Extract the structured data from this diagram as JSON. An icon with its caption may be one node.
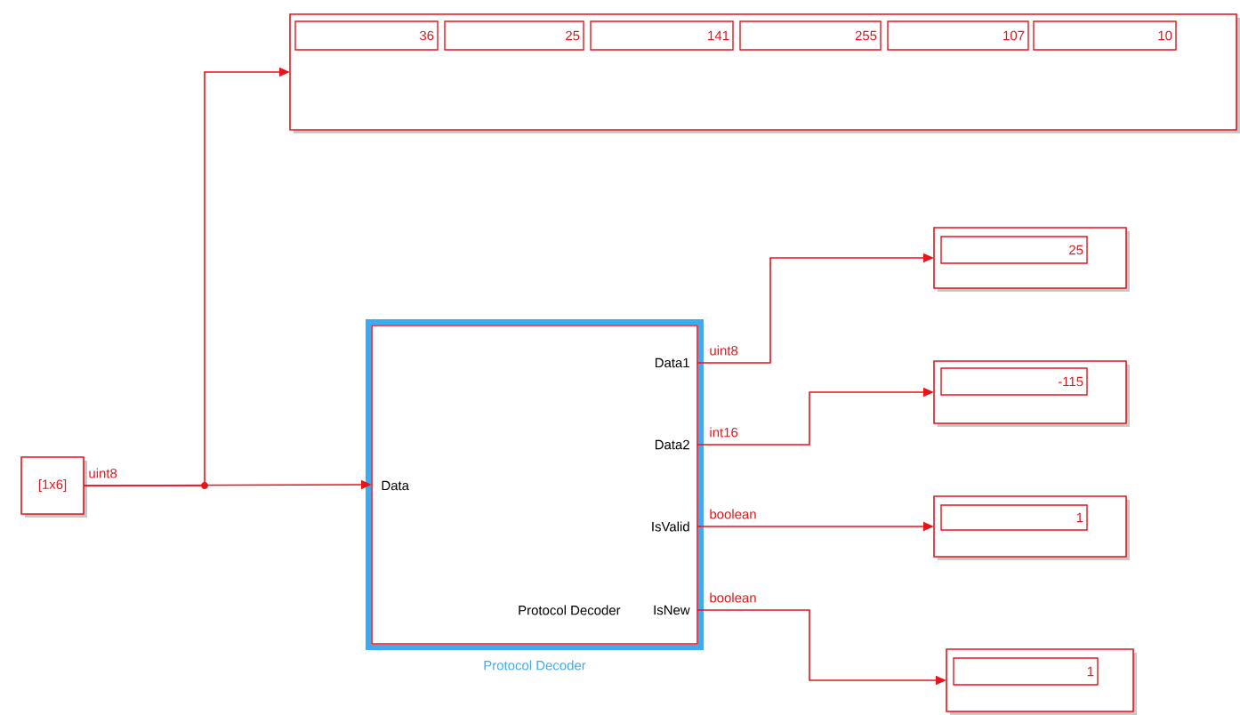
{
  "diagram": {
    "nodes": [
      {
        "text": [
          "[1x6]"
        ]
      },
      {
        "text": [],
        "shape": "box"
      },
      {
        "text": [
          "36"
        ],
        "in": 1
      },
      {
        "text": [
          "25"
        ],
        "in": 1
      },
      {
        "text": [
          "141"
        ],
        "in": 1
      },
      {
        "text": [
          "255"
        ],
        "in": 1
      },
      {
        "text": [
          "107"
        ],
        "in": 1
      },
      {
        "text": [
          "10"
        ],
        "in": 1
      },
      {
        "text": [
          "Data",
          "Data1",
          "Data2",
          "IsValid",
          "Protocol Decoder",
          "IsNew"
        ],
        "beside": [
          "Protocol Decoder"
        ]
      },
      {
        "text": [],
        "shape": "box"
      },
      {
        "text": [
          "25"
        ],
        "in": 9
      },
      {
        "text": [],
        "shape": "box"
      },
      {
        "text": [
          "-115"
        ],
        "in": 11
      },
      {
        "text": [],
        "shape": "box"
      },
      {
        "text": [
          "1"
        ],
        "in": 13
      },
      {
        "text": [],
        "shape": "box"
      },
      {
        "text": [
          "1"
        ],
        "in": 15
      }
    ],
    "edges": [
      {
        "from": 0,
        "to": 1,
        "arrow": "to"
      },
      {
        "from": 0,
        "to": 8,
        "arrow": "to",
        "label": "uint8"
      },
      {
        "from": 8,
        "to": 9,
        "arrow": "to",
        "label": "uint8"
      },
      {
        "from": 8,
        "to": 11,
        "arrow": "to",
        "label": "int16"
      },
      {
        "from": 8,
        "to": 13,
        "arrow": "to",
        "label": "boolean"
      },
      {
        "from": 8,
        "to": 15,
        "arrow": "to",
        "label": "boolean"
      }
    ]
  }
}
